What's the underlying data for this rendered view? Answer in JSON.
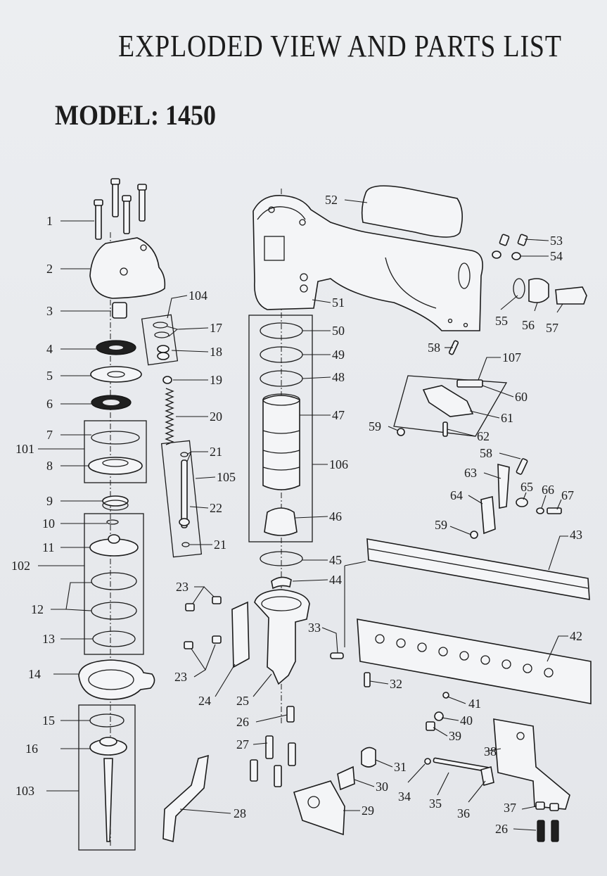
{
  "title": "EXPLODED VIEW AND PARTS LIST",
  "model": "MODEL: 1450",
  "part_labels": [
    "1",
    "2",
    "3",
    "4",
    "5",
    "6",
    "7",
    "101",
    "8",
    "9",
    "10",
    "11",
    "102",
    "12",
    "13",
    "14",
    "15",
    "16",
    "103",
    "104",
    "17",
    "18",
    "19",
    "20",
    "21",
    "105",
    "22",
    "21",
    "23",
    "23",
    "24",
    "25",
    "26",
    "27",
    "28",
    "52",
    "53",
    "54",
    "55",
    "56",
    "57",
    "51",
    "50",
    "49",
    "48",
    "47",
    "106",
    "46",
    "45",
    "44",
    "58",
    "107",
    "60",
    "61",
    "59",
    "62",
    "58",
    "63",
    "65",
    "66",
    "67",
    "64",
    "59",
    "43",
    "33",
    "42",
    "32",
    "41",
    "40",
    "39",
    "38",
    "31",
    "30",
    "29",
    "34",
    "35",
    "36",
    "37",
    "26"
  ]
}
